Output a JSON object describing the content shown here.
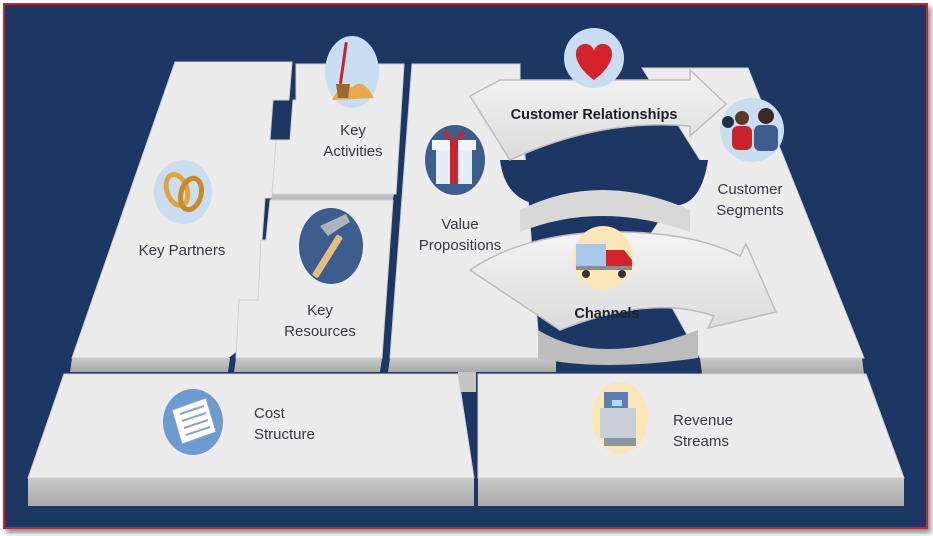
{
  "canvas": {
    "background": "#1c3764",
    "border_color": "#c9242e",
    "tile_top": "#ececec",
    "tile_side": "#b9b9b9"
  },
  "blocks": {
    "key_partners": {
      "label": "Key Partners",
      "icon": "rings-icon"
    },
    "key_activities": {
      "line1": "Key",
      "line2": "Activities",
      "icon": "shovel-sand-icon"
    },
    "key_resources": {
      "line1": "Key",
      "line2": "Resources",
      "icon": "hammer-icon"
    },
    "value_propositions": {
      "line1": "Value",
      "line2": "Propositions",
      "icon": "gift-icon"
    },
    "customer_relationships": {
      "label": "Customer Relationships",
      "icon": "heart-icon"
    },
    "channels": {
      "label": "Channels",
      "icon": "delivery-truck-icon"
    },
    "customer_segments": {
      "line1": "Customer",
      "line2": "Segments",
      "icon": "people-icon"
    },
    "cost_structure": {
      "line1": "Cost",
      "line2": "Structure",
      "icon": "document-icon"
    },
    "revenue_streams": {
      "line1": "Revenue",
      "line2": "Streams",
      "icon": "cash-register-icon"
    }
  }
}
